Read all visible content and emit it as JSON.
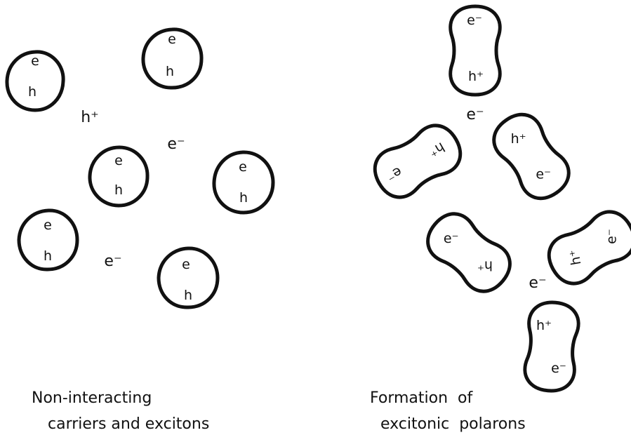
{
  "left_panel": {
    "caption_line1": "Non-interacting",
    "caption_line2": "carriers and excitons",
    "free_hole": "h⁺",
    "free_electron_1": "e⁻",
    "free_electron_2": "e⁻",
    "exciton_electron": "e",
    "exciton_hole": "h"
  },
  "right_panel": {
    "caption_line1": "Formation  of",
    "caption_line2": "excitonic  polarons",
    "free_electron_1": "e⁻",
    "free_electron_2": "e⁻",
    "polaron_electron": "e⁻",
    "polaron_hole": "h⁺"
  }
}
